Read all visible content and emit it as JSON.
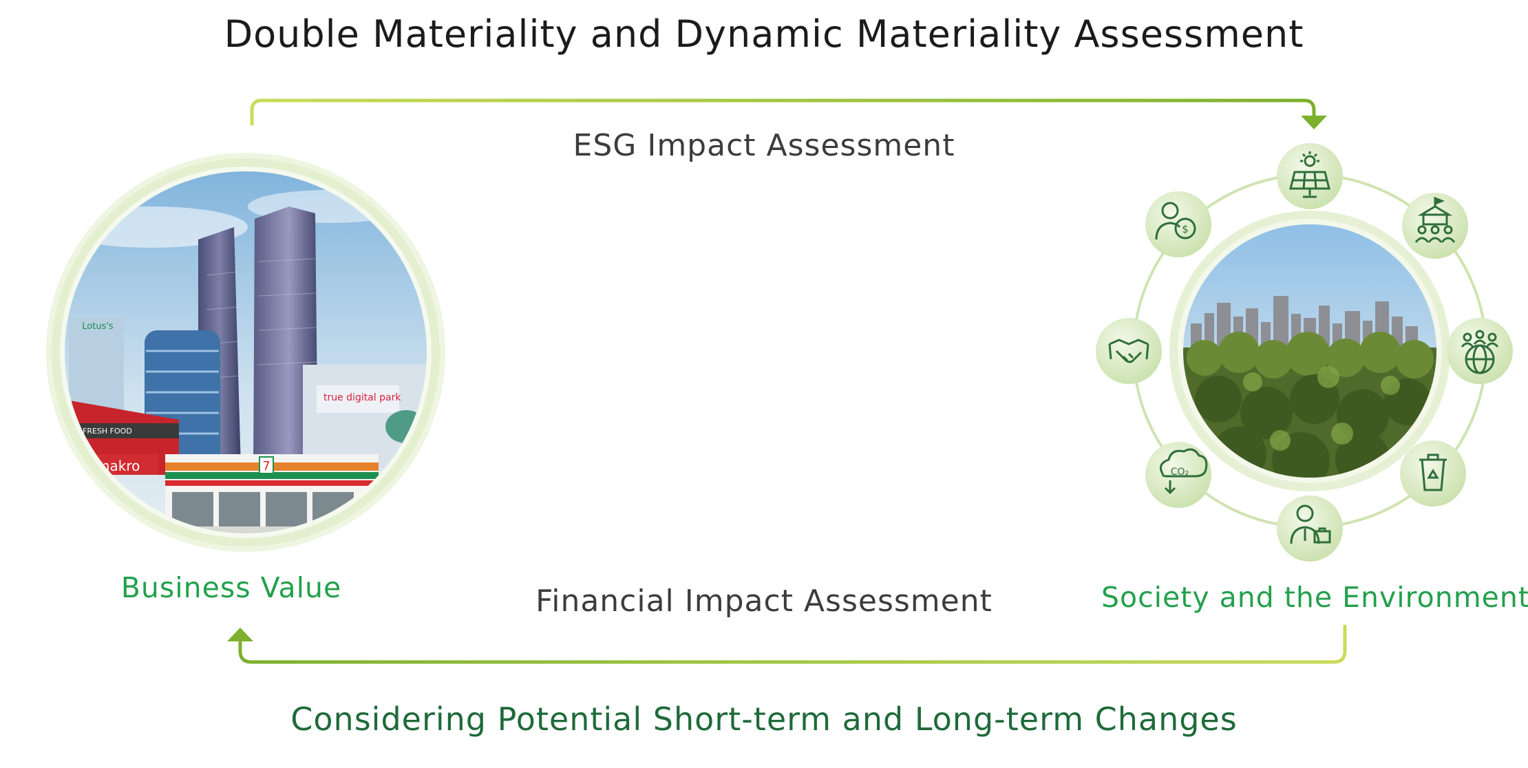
{
  "title": "Double Materiality and Dynamic Materiality Assessment",
  "top_arrow_label": "ESG Impact Assessment",
  "bottom_arrow_label": "Financial Impact Assessment",
  "left_node": {
    "label": "Business Value",
    "signage": [
      "Lotus's",
      "makro",
      "FRESH FOOD",
      "true digital park",
      "7"
    ]
  },
  "right_node": {
    "label": "Society and the Environment"
  },
  "footer": "Considering Potential Short-term and Long-term Changes",
  "icons": [
    "solar-panel-icon",
    "bank-community-icon",
    "global-community-icon",
    "recycle-bin-icon",
    "businessperson-icon",
    "co2-reduction-icon",
    "handshake-icon",
    "investor-money-icon"
  ],
  "colors": {
    "arrow_green": "#86bc25",
    "label_green": "#23a04c",
    "footer_green": "#1f6a3a",
    "ring_green": "#cfe3b1"
  }
}
